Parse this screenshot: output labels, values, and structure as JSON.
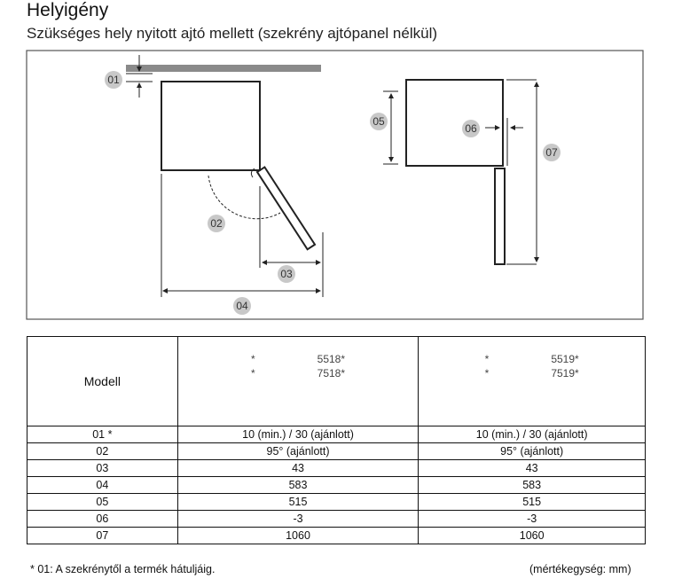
{
  "title": "Helyigény",
  "subtitle": "Szükséges hely nyitott ajtó mellett (szekrény ajtópanel nélkül)",
  "diagram": {
    "labels": [
      "01",
      "02",
      "03",
      "04",
      "05",
      "06",
      "07"
    ],
    "colors": {
      "cabinet": "#8a8a8a",
      "badge": "#c8c8c8"
    }
  },
  "table": {
    "header_label": "Modell",
    "models": [
      {
        "lines": [
          {
            "prefix": "*",
            "code": "5518*"
          },
          {
            "prefix": "*",
            "code": "7518*"
          }
        ]
      },
      {
        "lines": [
          {
            "prefix": "*",
            "code": "5519*"
          },
          {
            "prefix": "*",
            "code": "7519*"
          }
        ]
      }
    ],
    "rows": [
      {
        "label": "01 *",
        "v1": "10 (min.) / 30 (ajánlott)",
        "v2": "10 (min.) / 30 (ajánlott)"
      },
      {
        "label": "02",
        "v1": "95° (ajánlott)",
        "v2": "95° (ajánlott)"
      },
      {
        "label": "03",
        "v1": "43",
        "v2": "43"
      },
      {
        "label": "04",
        "v1": "583",
        "v2": "583"
      },
      {
        "label": "05",
        "v1": "515",
        "v2": "515"
      },
      {
        "label": "06",
        "v1": "-3",
        "v2": "-3"
      },
      {
        "label": "07",
        "v1": "1060",
        "v2": "1060"
      }
    ]
  },
  "footnote": "* 01: A szekrénytől a termék hátuljáig.",
  "unit_note": "(mértékegység: mm)"
}
